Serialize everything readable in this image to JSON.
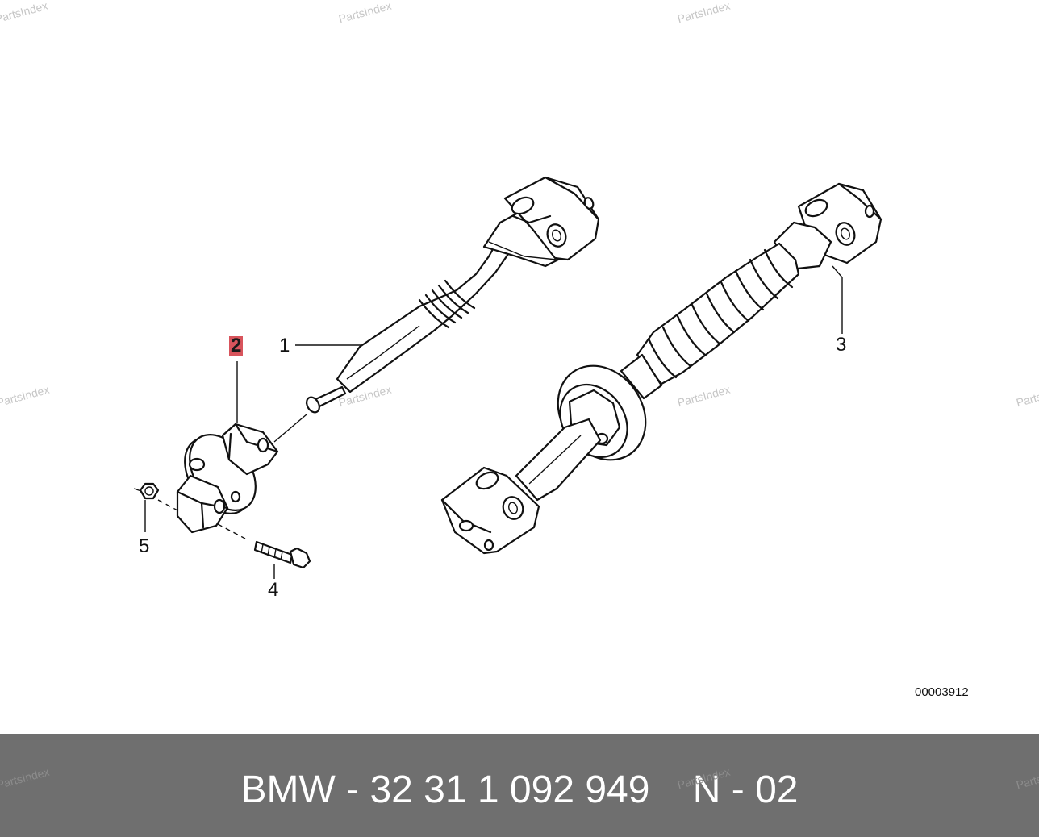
{
  "watermark": "PartsIndex",
  "callouts": {
    "c1": "1",
    "c2": "2",
    "c3": "3",
    "c4": "4",
    "c5": "5"
  },
  "diagram_code": "00003912",
  "footer": {
    "text": "BMW - 32 31 1 092 949    N - 02"
  },
  "colors": {
    "highlight": "#d8545c",
    "footer_bg": "#6f6f6f",
    "footer_text": "#ffffff"
  }
}
